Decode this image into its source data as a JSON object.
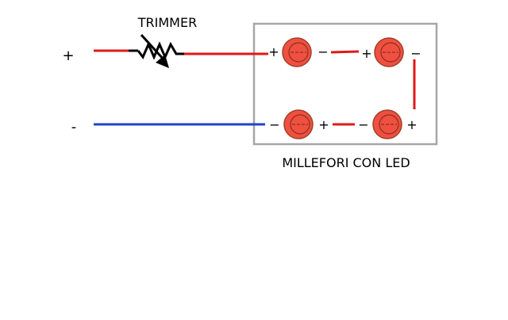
{
  "labels": {
    "trimmer": "TRIMMER",
    "board": "MILLEFORI CON LED",
    "supply_plus": "+",
    "supply_minus": "-"
  },
  "leds": [
    {
      "id": "led-top-left",
      "left_sign": "+",
      "right_sign": "−"
    },
    {
      "id": "led-top-right",
      "left_sign": "+",
      "right_sign": "−"
    },
    {
      "id": "led-bottom-left",
      "left_sign": "−",
      "right_sign": "+"
    },
    {
      "id": "led-bottom-right",
      "left_sign": "−",
      "right_sign": "+"
    }
  ],
  "colors": {
    "positive_wire": "#e01818",
    "negative_wire": "#1e44c8",
    "board_border": "#a6a6a6",
    "led_fill": "#f05040",
    "led_stroke": "#a0402c",
    "trimmer": "#000000"
  }
}
